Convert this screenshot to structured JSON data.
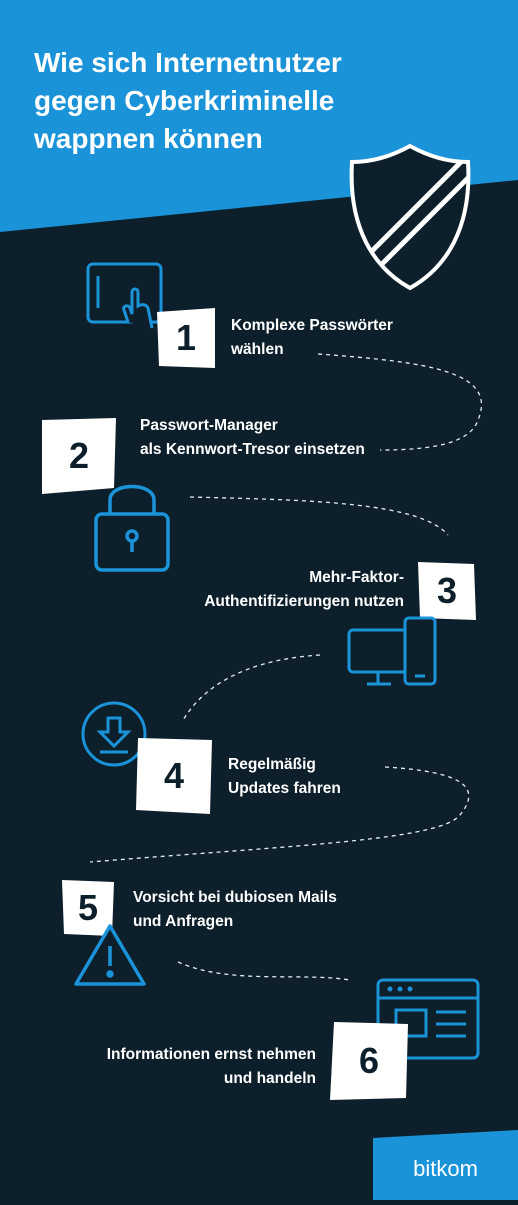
{
  "title": {
    "line1": "Wie sich Internetnutzer",
    "line2": "gegen Cyberkriminelle",
    "line3": "wappnen können"
  },
  "steps": [
    {
      "number": "1",
      "line1": "Komplexe Passwörter",
      "line2": "wählen",
      "icon": "tablet-touch-icon"
    },
    {
      "number": "2",
      "line1": "Passwort-Manager",
      "line2": "als Kennwort-Tresor einsetzen",
      "icon": "padlock-icon"
    },
    {
      "number": "3",
      "line1": "Mehr-Faktor-",
      "line2": "Authentifizierungen nutzen",
      "icon": "devices-icon"
    },
    {
      "number": "4",
      "line1": "Regelmäßig",
      "line2": "Updates fahren",
      "icon": "download-arrow-icon"
    },
    {
      "number": "5",
      "line1": "Vorsicht bei dubiosen Mails",
      "line2": "und Anfragen",
      "icon": "warning-triangle-icon"
    },
    {
      "number": "6",
      "line1": "Informationen ernst nehmen",
      "line2": "und handeln",
      "icon": "browser-window-icon"
    }
  ],
  "brand": "bitkom",
  "colors": {
    "background": "#0d1f2b",
    "accent": "#1a93d9",
    "text": "#ffffff"
  }
}
